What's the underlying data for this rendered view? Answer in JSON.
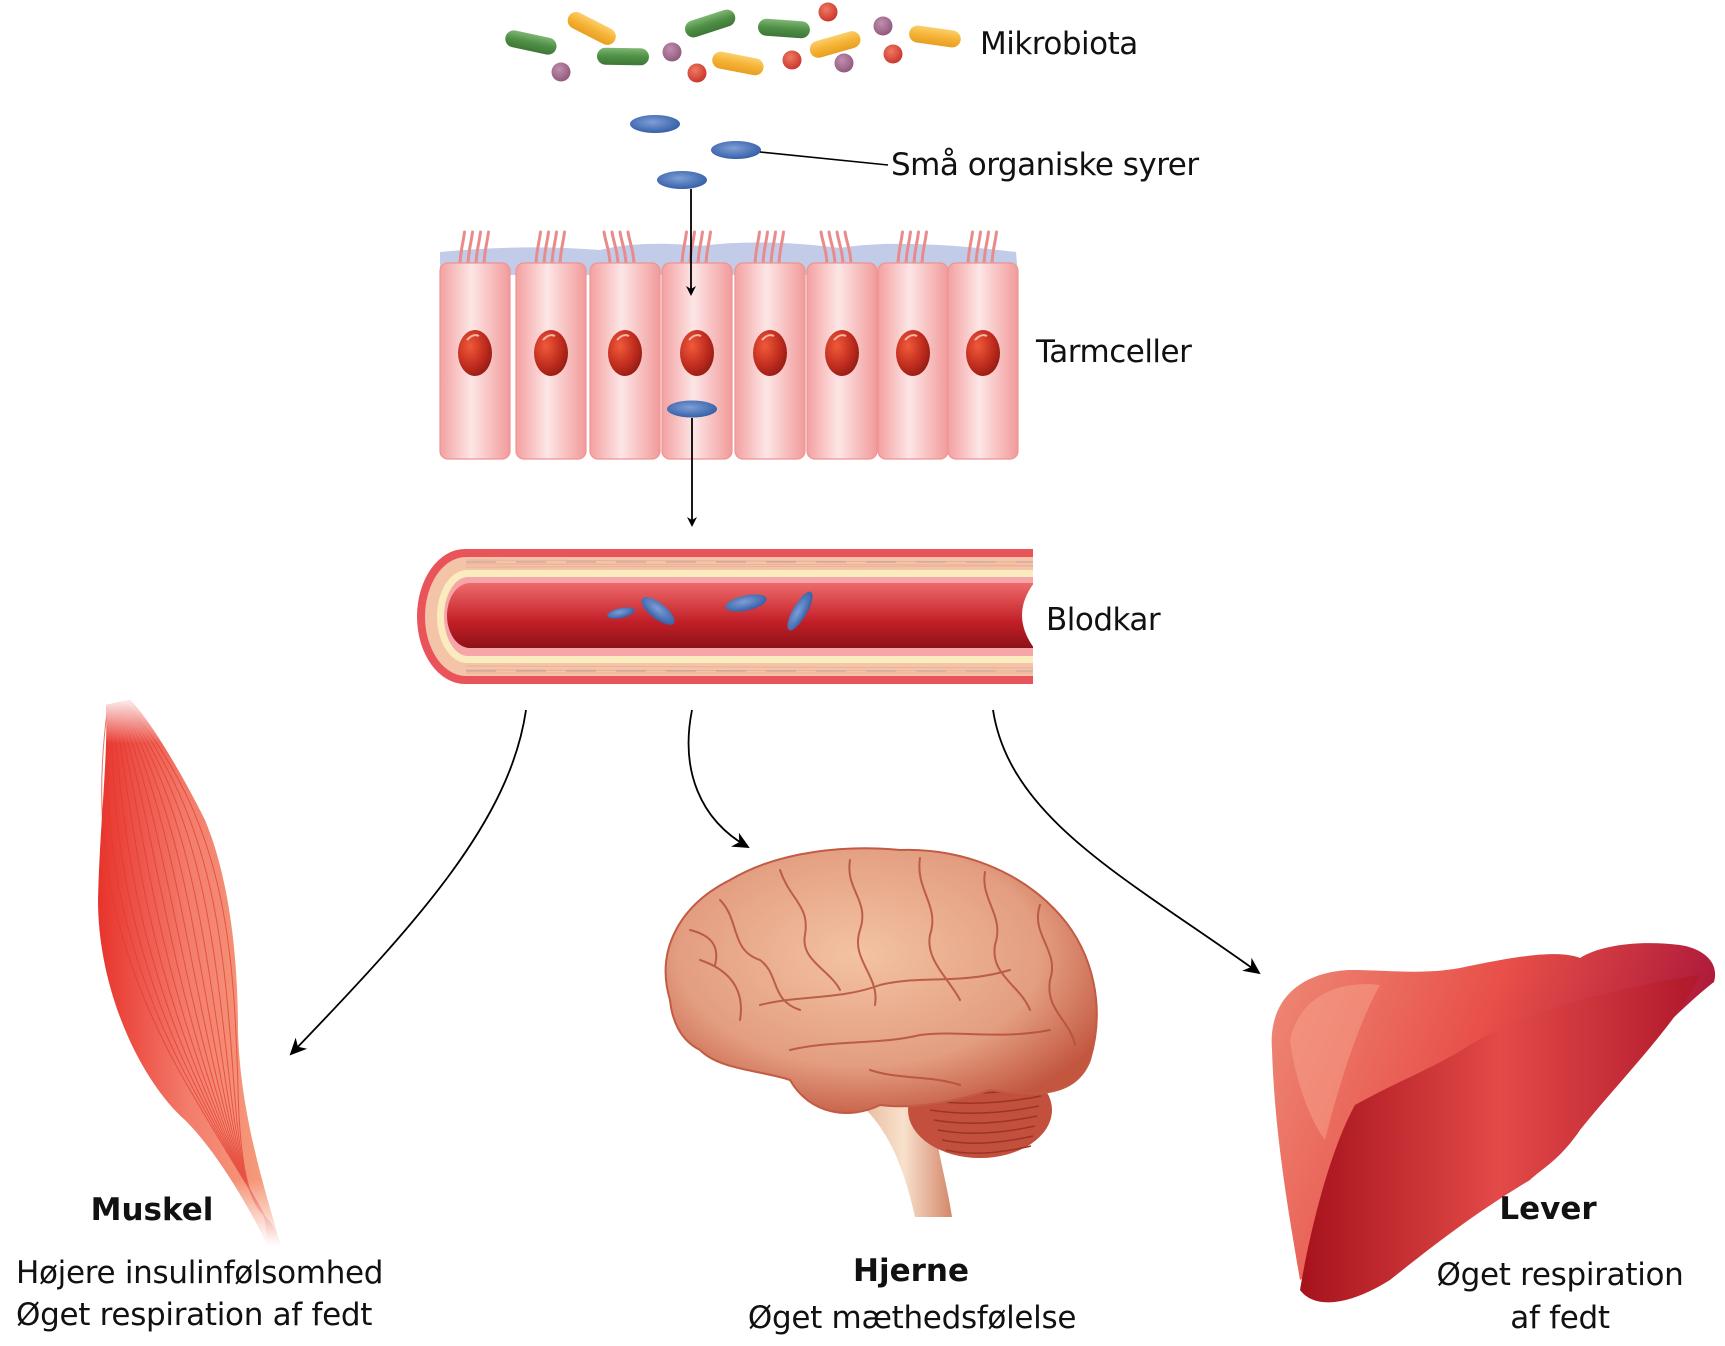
{
  "labels": {
    "microbiota": "Mikrobiota",
    "scfa": "Små organiske syrer",
    "gut_cells": "Tarmceller",
    "blood_vessel": "Blodkar"
  },
  "organs": {
    "muscle": {
      "title": "Muskel",
      "effects": [
        "Højere insulinfølsomhed",
        "Øget respiration af fedt"
      ]
    },
    "brain": {
      "title": "Hjerne",
      "effects": [
        "Øget mæthedsfølelse"
      ]
    },
    "liver": {
      "title": "Lever",
      "effects": [
        "Øget respiration",
        "af fedt"
      ]
    }
  },
  "colors": {
    "green_bacteria": "#4f8f46",
    "yellow_bacteria": "#f5b335",
    "red_bacteria": "#d9443a",
    "purple_bacteria": "#a2688f",
    "scfa_molecule": "#3f6cb5",
    "cell_body": "#f5a3a3",
    "cell_nucleus": "#b8281c",
    "vessel_lumen": "#c8222a",
    "muscle": "#f0573f",
    "brain": "#dc8a6e",
    "liver": "#e04848",
    "arrow": "#000000"
  },
  "flow": [
    "Mikrobiota",
    "Små organiske syrer",
    "Tarmceller",
    "Blodkar",
    [
      "Muskel",
      "Hjerne",
      "Lever"
    ]
  ]
}
